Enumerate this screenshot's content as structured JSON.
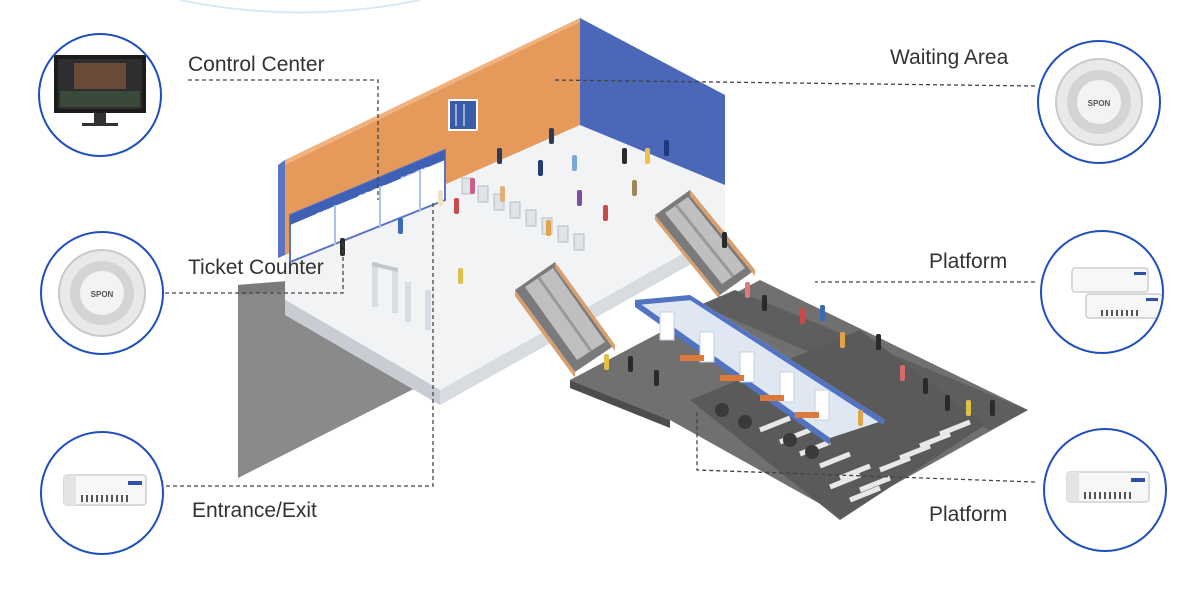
{
  "diagram": {
    "labels": {
      "control_center": "Control Center",
      "ticket_counter": "Ticket Counter",
      "entrance_exit": "Entrance/Exit",
      "waiting_area": "Waiting Area",
      "platform_upper": "Platform",
      "platform_lower": "Platform"
    },
    "brand": "SPON",
    "signage_text": "TICKETS",
    "colors": {
      "circle_border": "#1f4fbf",
      "wall_orange": "#e59a5c",
      "wall_blue": "#4a67b8",
      "floor": "#f1f2f4",
      "ground_dark": "#6b6b6b",
      "leader_line": "#444444"
    },
    "icons": {
      "control_center": "monitor-icon",
      "ticket_counter": "ceiling-speaker-icon",
      "entrance_exit": "air-curtain-icon",
      "waiting_area": "ceiling-speaker-icon",
      "platform_upper": "air-curtain-pair-icon",
      "platform_lower": "air-curtain-icon"
    }
  }
}
